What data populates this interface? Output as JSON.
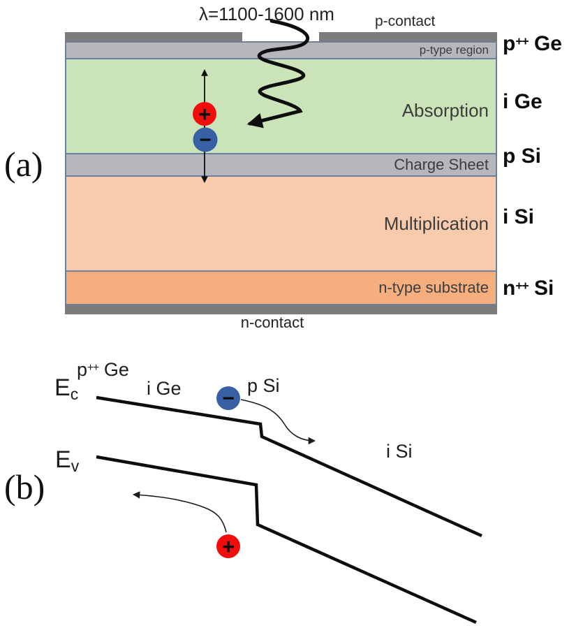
{
  "colors": {
    "contact_gray": "#7b7b7b",
    "layer_gray": "#b5b7bc",
    "absorption_green": "#cbe3b8",
    "multiplication_orange": "#f8cbad",
    "substrate_orange": "#f5ae7d",
    "border_slate": "#6e7f9b",
    "hole_red": "#f20d0d",
    "electron_blue": "#3760a5",
    "line_black": "#0d0d0d"
  },
  "panel_a": {
    "label": "(a)",
    "photon_wavelength": "λ=1100-1600 nm",
    "p_contact_label": "p-contact",
    "n_contact_label": "n-contact",
    "layers": {
      "p_type_region": "p-type region",
      "absorption": "Absorption",
      "charge_sheet": "Charge Sheet",
      "multiplication": "Multiplication",
      "n_type_substrate": "n-type substrate"
    },
    "materials": {
      "p_ge_base": "p",
      "p_ge_sup": "++",
      "p_ge_rest": " Ge",
      "i_ge": "i Ge",
      "p_si": "p Si",
      "i_si": "i Si",
      "n_si_base": "n",
      "n_si_sup": "++",
      "n_si_rest": " Si"
    },
    "carriers": {
      "hole": "+",
      "electron": "−"
    }
  },
  "panel_b": {
    "label": "(b)",
    "conduction_band_base": "E",
    "conduction_band_sub": "c",
    "valence_band_base": "E",
    "valence_band_sub": "v",
    "regions": {
      "p_ge_base": "p",
      "p_ge_sup": "++",
      "p_ge_rest": " Ge",
      "i_ge": "i Ge",
      "p_si": "p Si",
      "i_si": "i Si"
    },
    "carriers": {
      "hole": "+",
      "electron": "−"
    }
  }
}
